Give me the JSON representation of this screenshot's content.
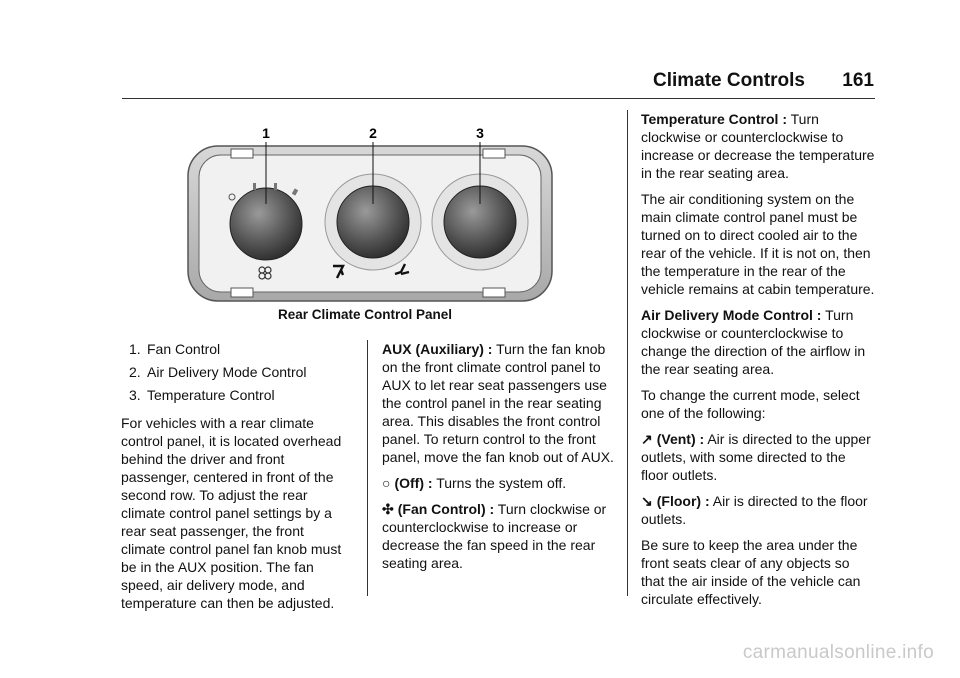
{
  "header": {
    "title": "Climate Controls",
    "page_number": "161"
  },
  "figure": {
    "callouts": [
      "1",
      "2",
      "3"
    ],
    "caption": "Rear Climate Control Panel"
  },
  "col1": {
    "list": [
      {
        "num": "1.",
        "label": "Fan Control"
      },
      {
        "num": "2.",
        "label": "Air Delivery Mode Control"
      },
      {
        "num": "3.",
        "label": "Temperature Control"
      }
    ],
    "para": "For vehicles with a rear climate control panel, it is located overhead behind the driver and front passenger, centered in front of the second row. To adjust the rear climate control panel settings by a rear seat passenger, the front climate control panel fan knob must be in the AUX position. The fan speed, air delivery mode, and temperature can then be adjusted."
  },
  "col2": {
    "aux_term": "AUX (Auxiliary) :",
    "aux_text": "Turn the fan knob on the front climate control panel to AUX to let rear seat passengers use the control panel in the rear seating area. This disables the front control panel. To return control to the front panel, move the fan knob out of AUX.",
    "off_term": "(Off) :",
    "off_text": "Turns the system off.",
    "fan_term": "(Fan Control) :",
    "fan_text": "Turn clockwise or counterclockwise to increase or decrease the fan speed in the rear seating area."
  },
  "col3": {
    "temp_term": "Temperature Control :",
    "temp_text": "Turn clockwise or counterclockwise to increase or decrease the temperature in the rear seating area.",
    "ac_para": "The air conditioning system on the main climate control panel must be turned on to direct cooled air to the rear of the vehicle. If it is not on, then the temperature in the rear of the vehicle remains at cabin temperature.",
    "mode_term": "Air Delivery Mode Control :",
    "mode_text": "Turn clockwise or counterclockwise to change the direction of the airflow in the rear seating area.",
    "select_para": "To change the current mode, select one of the following:",
    "vent_term": "(Vent) :",
    "vent_text": "Air is directed to the upper outlets, with some directed to the floor outlets.",
    "floor_term": "(Floor) :",
    "floor_text": "Air is directed to the floor outlets.",
    "keep_para": "Be sure to keep the area under the front seats clear of any objects so that the air inside of the vehicle can circulate effectively."
  },
  "watermark": "carmanualsonline.info",
  "icons": [
    "fan-icon",
    "off-icon",
    "vent-icon",
    "floor-icon"
  ]
}
